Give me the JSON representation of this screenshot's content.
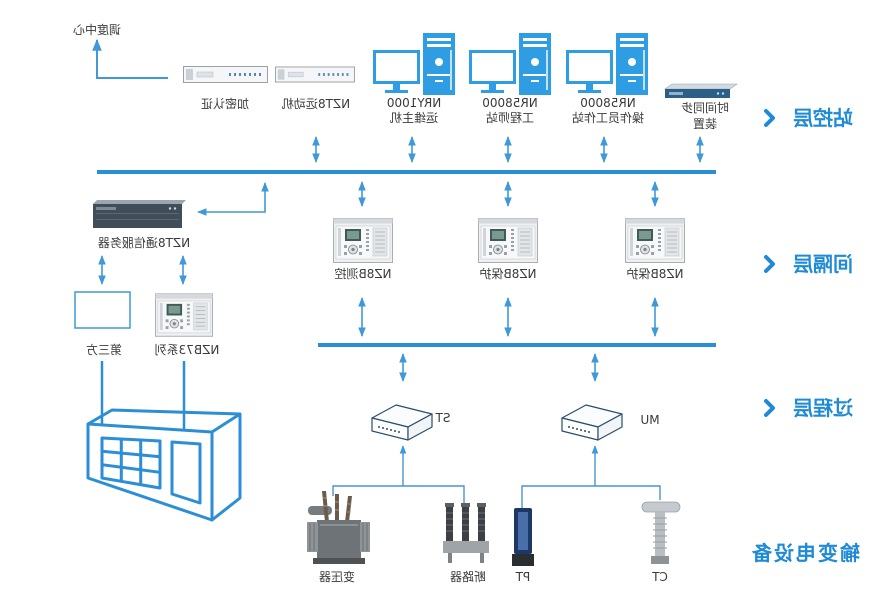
{
  "dispatch_center": "调度中心",
  "station_layer": {
    "title": "站控层",
    "encryption": "加密认证",
    "remote_unit": "NZT8远动机",
    "ops_host": {
      "model": "NRY1000",
      "name": "运维主机"
    },
    "engineer_station": {
      "model": "NR58000",
      "name": "工程师站"
    },
    "operator_station": {
      "model": "NR58000",
      "name": "操作员工作站"
    },
    "time_sync": {
      "line1": "时间同步",
      "line2": "装置"
    }
  },
  "bay_layer": {
    "title": "间隔层",
    "comm_server": "NZT8通信服务器",
    "measure_control": "NZ8B测控",
    "protection_1": "NZ8B保护",
    "protection_2": "NZ8B保护",
    "third_party": "第三方",
    "nzb73": "NZB73系列"
  },
  "process_layer": {
    "title": "过程层",
    "smart_terminal": "ST",
    "merging_unit": "MU"
  },
  "equipment_layer": {
    "title": "输变电设备",
    "transformer": "变压器",
    "breaker": "断路器",
    "pt": "PT",
    "ct": "CT"
  },
  "colors": {
    "accent": "#1f8ad6",
    "bus": "#2b8fd6",
    "arrow": "#3f99d8",
    "device_blue": "#2f9de3",
    "label_text": "#3a3a3a"
  },
  "icons": {
    "computer": "desktop-computer-icon",
    "rack_device": "rack-unit-icon",
    "relay": "protection-relay-icon",
    "merging_unit": "box-device-icon",
    "transformer": "power-transformer-icon",
    "breaker": "circuit-breaker-icon",
    "pt": "potential-transformer-icon",
    "ct": "current-transformer-icon",
    "building": "building-icon",
    "layer_marker": "chevron-right-icon"
  }
}
